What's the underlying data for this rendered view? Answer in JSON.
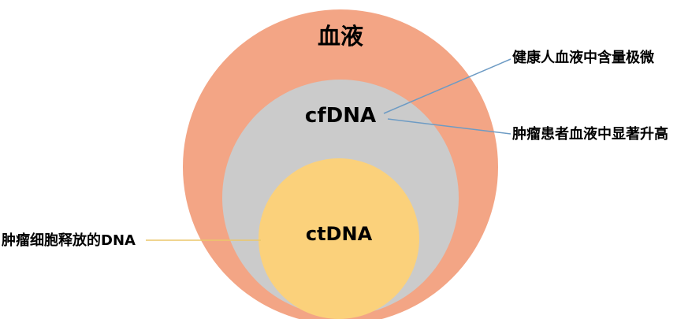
{
  "background": "#FFFFFF",
  "text_color": "#000000",
  "circles": {
    "blood": {
      "label": "血液",
      "fill": "#F3A585"
    },
    "cfdna": {
      "label": "cfDNA",
      "fill": "#CBCBCB"
    },
    "ctdna": {
      "label": "ctDNA",
      "fill": "#FBD17B"
    }
  },
  "annotations": {
    "healthy": {
      "text": "健康人血液中含量极微",
      "line_color": "#6D9BC4"
    },
    "tumor_patient": {
      "text": "肿瘤患者血液中显著升高",
      "line_color": "#6D9BC4"
    },
    "tumor_cell": {
      "text": "肿瘤细胞释放的DNA",
      "line_color": "#EBC76B"
    }
  }
}
